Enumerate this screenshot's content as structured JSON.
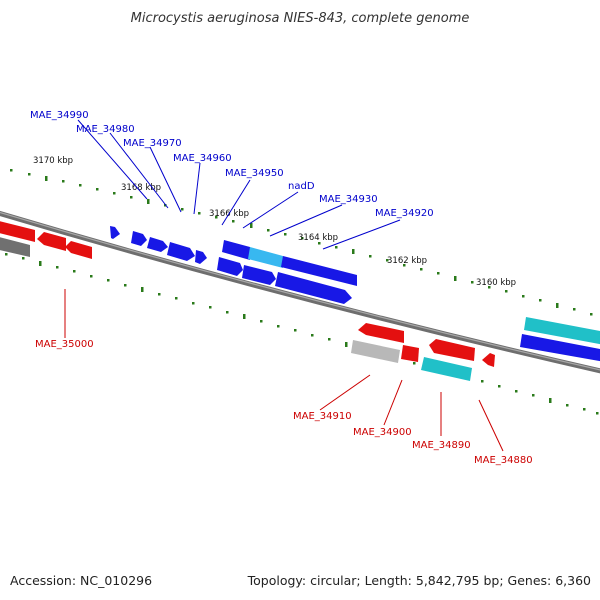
{
  "title": "Microcystis aeruginosa NIES-843, complete genome",
  "accession": "Accession: NC_010296",
  "summary": "Topology: circular; Length: 5,842,795 bp; Genes: 6,360",
  "colors": {
    "backbone": "#808080",
    "tick": "#2a7a1a",
    "plus_label": "#0000cc",
    "minus_label": "#cc0000",
    "gene_blue": "#1010e0",
    "gene_red": "#e41010",
    "gene_cyan": "#20c0c8",
    "gene_lightblue": "#38b8f0",
    "gene_gray": "#b0b0b0",
    "gene_darkgray": "#707070"
  },
  "scale_labels": [
    "3170 kbp",
    "3168 kbp",
    "3166 kbp",
    "3164 kbp",
    "3162 kbp",
    "3160 kbp"
  ],
  "plus_labels": [
    "MAE_34990",
    "MAE_34980",
    "MAE_34970",
    "MAE_34960",
    "MAE_34950",
    "nadD",
    "MAE_34930",
    "MAE_34920"
  ],
  "minus_labels": [
    "MAE_35000",
    "MAE_34910",
    "MAE_34900",
    "MAE_34890",
    "MAE_34880"
  ]
}
